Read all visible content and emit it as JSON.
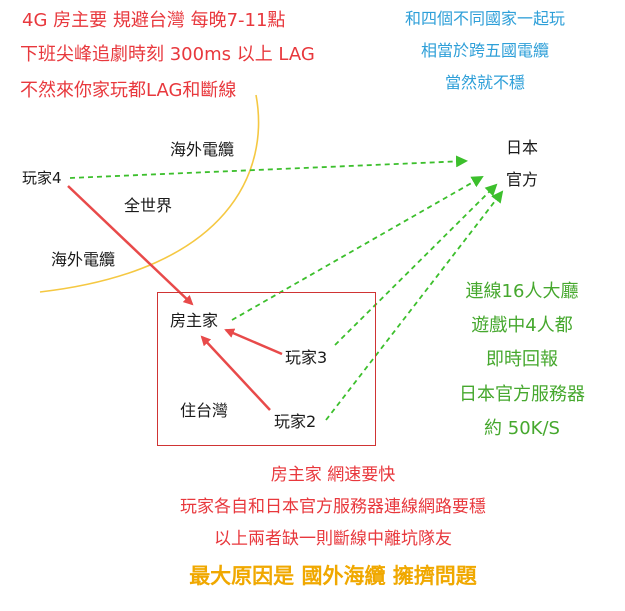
{
  "notes": {
    "top_left": [
      "4G 房主要 規避台灣 每晚7-11點",
      "下班尖峰追劇時刻 300ms 以上 LAG",
      "不然來你家玩都LAG和斷線"
    ],
    "top_right": [
      "和四個不同國家一起玩",
      "相當於跨五國電纜",
      "當然就不穩"
    ],
    "right_green": [
      "連線16人大廳",
      "遊戲中4人都",
      "即時回報",
      "日本官方服務器",
      "約 50K/S"
    ],
    "bottom": [
      "房主家 網速要快",
      "玩家各自和日本官方服務器連線網路要穩",
      "以上兩者缺一則斷線中離坑隊友"
    ],
    "conclusion": "最大原因是 國外海纜 擁擠問題"
  },
  "nodes": {
    "player4": "玩家4",
    "host": "房主家",
    "player3": "玩家3",
    "player2": "玩家2",
    "japan_line1": "日本",
    "japan_line2": "官方"
  },
  "labels": {
    "cable_top": "海外電纜",
    "world": "全世界",
    "cable_left": "海外電纜",
    "taiwan": "住台灣"
  },
  "colors": {
    "red_text": "#e8383d",
    "blue_text": "#2e9fd8",
    "green_text": "#46a82e",
    "gold_text": "#f0a800",
    "red_arrow": "#e84a4a",
    "green_arrow": "#3cbf2c",
    "arc": "#f5c842",
    "box_border": "#d03434"
  }
}
